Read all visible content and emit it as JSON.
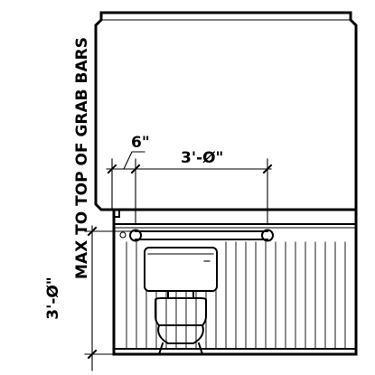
{
  "dimensions": {
    "offset_label": "6\"",
    "grab_bar_length_label": "3'-Ø\"",
    "height_label": "3'-Ø\"",
    "height_note": "MAX TO TOP OF GRAB BARS"
  }
}
